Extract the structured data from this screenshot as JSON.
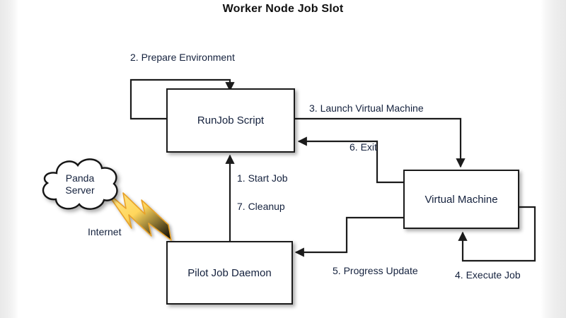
{
  "title": "Worker Node Job Slot",
  "colors": {
    "node_border": "#1b1b1b",
    "node_fill": "#ffffff",
    "text": "#14213d",
    "lightning_light": "#ffe27a",
    "lightning_dark": "#f2a922",
    "background": "#ffffff"
  },
  "nodes": {
    "runjob": {
      "label": "RunJob Script"
    },
    "vm": {
      "label": "Virtual Machine"
    },
    "pilot": {
      "label": "Pilot Job Daemon"
    },
    "cloud": {
      "line1": "Panda",
      "line2": "Server"
    }
  },
  "edges": {
    "prepare": {
      "label": "2. Prepare Environment",
      "from": "runjob",
      "to": "runjob"
    },
    "launch": {
      "label": "3. Launch Virtual Machine",
      "from": "runjob",
      "to": "vm"
    },
    "exit": {
      "label": "6. Exit",
      "from": "vm",
      "to": "runjob"
    },
    "start": {
      "label": "1. Start Job",
      "from": "pilot",
      "to": "runjob"
    },
    "cleanup": {
      "label": "7. Cleanup",
      "from": "pilot",
      "to": "runjob"
    },
    "progress": {
      "label": "5. Progress Update",
      "from": "vm",
      "to": "pilot"
    },
    "execute": {
      "label": "4. Execute Job",
      "from": "vm",
      "to": "vm"
    },
    "internet": {
      "label": "Internet",
      "from": "cloud",
      "to": "pilot"
    }
  }
}
